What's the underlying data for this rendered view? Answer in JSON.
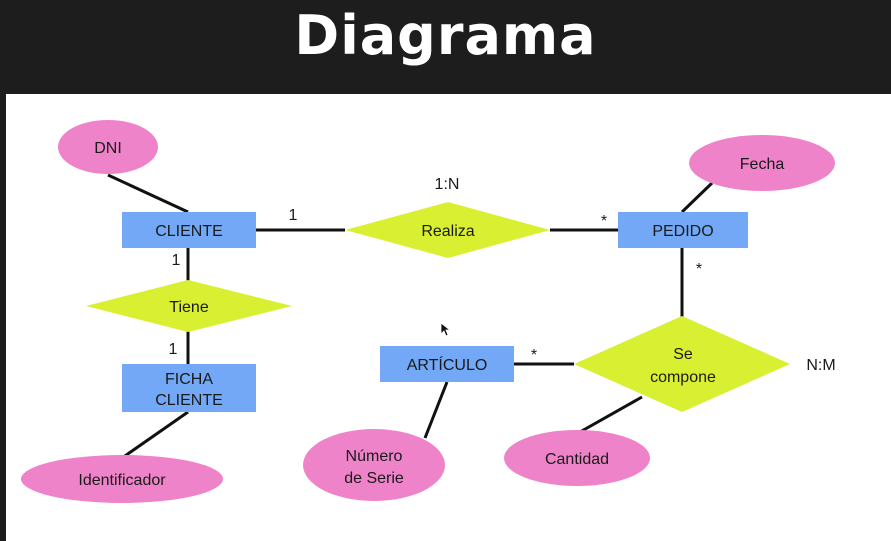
{
  "title": "Diagrama",
  "colors": {
    "entity": "#72a8f5",
    "relationship": "#d9ef32",
    "attribute": "#ef83c9",
    "line": "#111111",
    "background": "#1d1d1d"
  },
  "entities": {
    "cliente": "CLIENTE",
    "pedido": "PEDIDO",
    "ficha_line1": "FICHA",
    "ficha_line2": "CLIENTE",
    "articulo": "ARTÍCULO"
  },
  "relationships": {
    "realiza": "Realiza",
    "tiene": "Tiene",
    "se_compone_line1": "Se",
    "se_compone_line2": "compone"
  },
  "attributes": {
    "dni": "DNI",
    "fecha": "Fecha",
    "identificador": "Identificador",
    "numero_line1": "Número",
    "numero_line2": "de Serie",
    "cantidad": "Cantidad"
  },
  "cardinalities": {
    "realiza_type": "1:N",
    "realiza_cliente": "1",
    "realiza_pedido": "*",
    "tiene_cliente": "1",
    "tiene_ficha": "1",
    "compone_pedido": "*",
    "compone_articulo": "*",
    "compone_type": "N:M"
  }
}
